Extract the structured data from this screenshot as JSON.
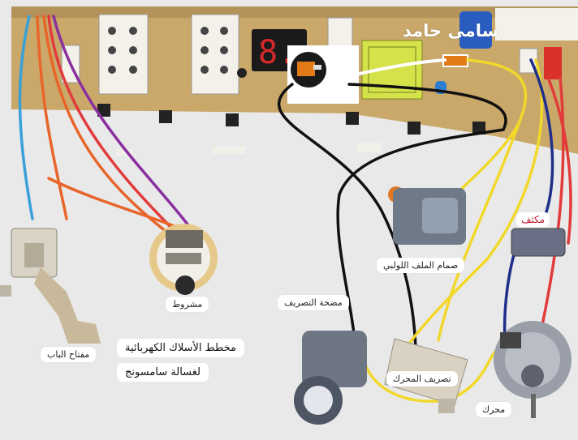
{
  "author_name": "سامى حامد",
  "title": {
    "line1": "مخطط الأسلاك الكهربائية",
    "line2": "لغسالة سامسونج"
  },
  "components": {
    "door_switch": "مفتاح الباب",
    "pressure_switch": "مشروط",
    "drain_pump": "مضخة التصريف",
    "inlet_valve": "صمام الملف اللولبي",
    "capacitor": "مكثف",
    "drain_motor": "تصريف المحرك",
    "motor": "محرك"
  },
  "display_readout": "8.",
  "colors": {
    "board": "#c9a86a",
    "wire_blue": "#3aa0d8",
    "wire_orange": "#e8652a",
    "wire_red": "#e23b3b",
    "wire_purple": "#8a2f9e",
    "wire_black": "#111111",
    "wire_yellow": "#f2d82a",
    "wire_navy": "#1f2f8a"
  }
}
